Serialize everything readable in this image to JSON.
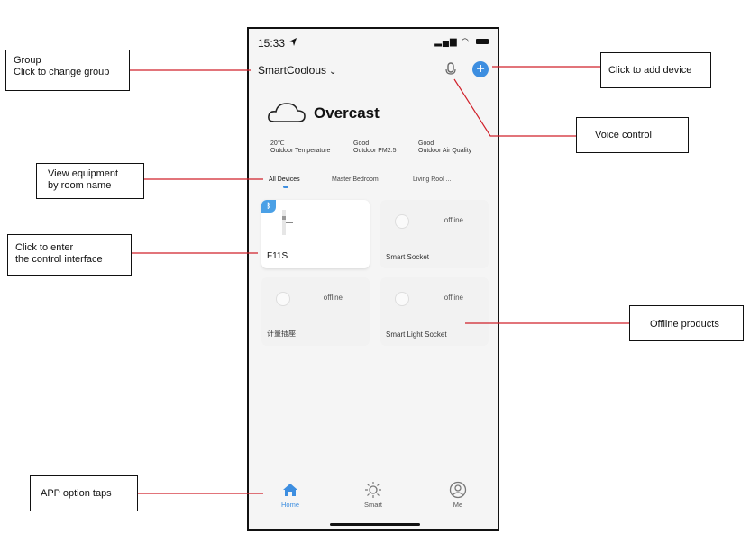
{
  "status_bar": {
    "time": "15:33"
  },
  "header": {
    "group_name": "SmartCoolous"
  },
  "weather": {
    "condition": "Overcast",
    "stats": [
      {
        "value": "20℃",
        "label": "Outdoor Temperature"
      },
      {
        "value": "Good",
        "label": "Outdoor PM2.5"
      },
      {
        "value": "Good",
        "label": "Outdoor Air Quality"
      }
    ]
  },
  "room_tabs": [
    "All Devices",
    "Master Bedroom",
    "Living Rool ..."
  ],
  "devices": [
    {
      "name": "F11S",
      "status": ""
    },
    {
      "name": "Smart Socket",
      "status": "offline"
    },
    {
      "name": "计量插座",
      "status": "offline"
    },
    {
      "name": "Smart Light Socket",
      "status": "offline"
    }
  ],
  "nav": [
    {
      "label": "Home",
      "icon": "home-icon"
    },
    {
      "label": "Smart",
      "icon": "sun-icon"
    },
    {
      "label": "Me",
      "icon": "user-icon"
    }
  ],
  "annotations": {
    "group_title": "Group",
    "group_desc": "Click to change group",
    "add_device": "Click to add device",
    "voice": "Voice control",
    "room_line1": "View equipment",
    "room_line2": "by room name",
    "enter_line1": "Click to enter",
    "enter_line2": "the control interface",
    "offline": "Offline products",
    "tabs": "APP option taps"
  },
  "colors": {
    "accent": "#3d8ee0",
    "annotation_line": "#d0202a"
  }
}
